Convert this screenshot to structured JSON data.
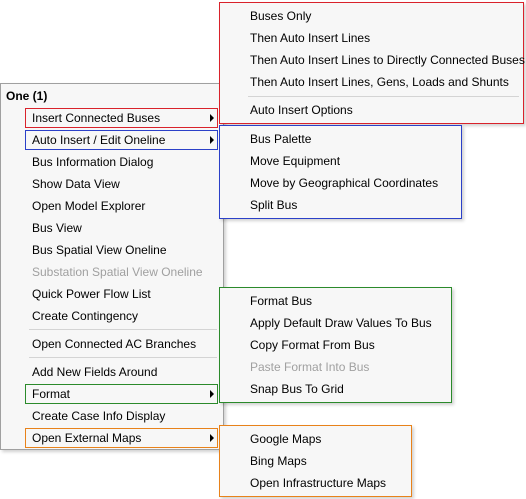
{
  "main_menu": {
    "title": "One (1)",
    "items": [
      {
        "label": "Insert Connected Buses"
      },
      {
        "label": "Auto Insert / Edit Oneline"
      },
      {
        "label": "Bus Information Dialog"
      },
      {
        "label": "Show Data View"
      },
      {
        "label": "Open Model Explorer"
      },
      {
        "label": "Bus View"
      },
      {
        "label": "Bus Spatial View Oneline"
      },
      {
        "label": "Substation Spatial View Oneline"
      },
      {
        "label": "Quick Power Flow List"
      },
      {
        "label": "Create Contingency"
      },
      {
        "label": "Open Connected AC Branches"
      },
      {
        "label": "Add New Fields Around"
      },
      {
        "label": "Format"
      },
      {
        "label": "Create Case Info Display"
      },
      {
        "label": "Open External Maps"
      }
    ]
  },
  "insert_buses_submenu": {
    "items": [
      {
        "label": "Buses Only"
      },
      {
        "label": "Then Auto Insert Lines"
      },
      {
        "label": "Then Auto Insert Lines to Directly Connected Buses"
      },
      {
        "label": "Then Auto Insert Lines, Gens, Loads and Shunts"
      },
      {
        "label": "Auto Insert Options"
      }
    ]
  },
  "auto_insert_submenu": {
    "items": [
      {
        "label": "Bus Palette"
      },
      {
        "label": "Move Equipment"
      },
      {
        "label": "Move by Geographical Coordinates"
      },
      {
        "label": "Split Bus"
      }
    ]
  },
  "format_submenu": {
    "items": [
      {
        "label": "Format Bus"
      },
      {
        "label": "Apply Default Draw Values To Bus"
      },
      {
        "label": "Copy Format From Bus"
      },
      {
        "label": "Paste Format Into Bus"
      },
      {
        "label": "Snap Bus To Grid"
      }
    ]
  },
  "external_maps_submenu": {
    "items": [
      {
        "label": "Google Maps"
      },
      {
        "label": "Bing Maps"
      },
      {
        "label": "Open Infrastructure Maps"
      }
    ]
  },
  "highlight_colors": {
    "insert_connected_buses": "#d9222b",
    "auto_insert": "#2b40c8",
    "format": "#2b8a2b",
    "external_maps": "#e8821a"
  }
}
